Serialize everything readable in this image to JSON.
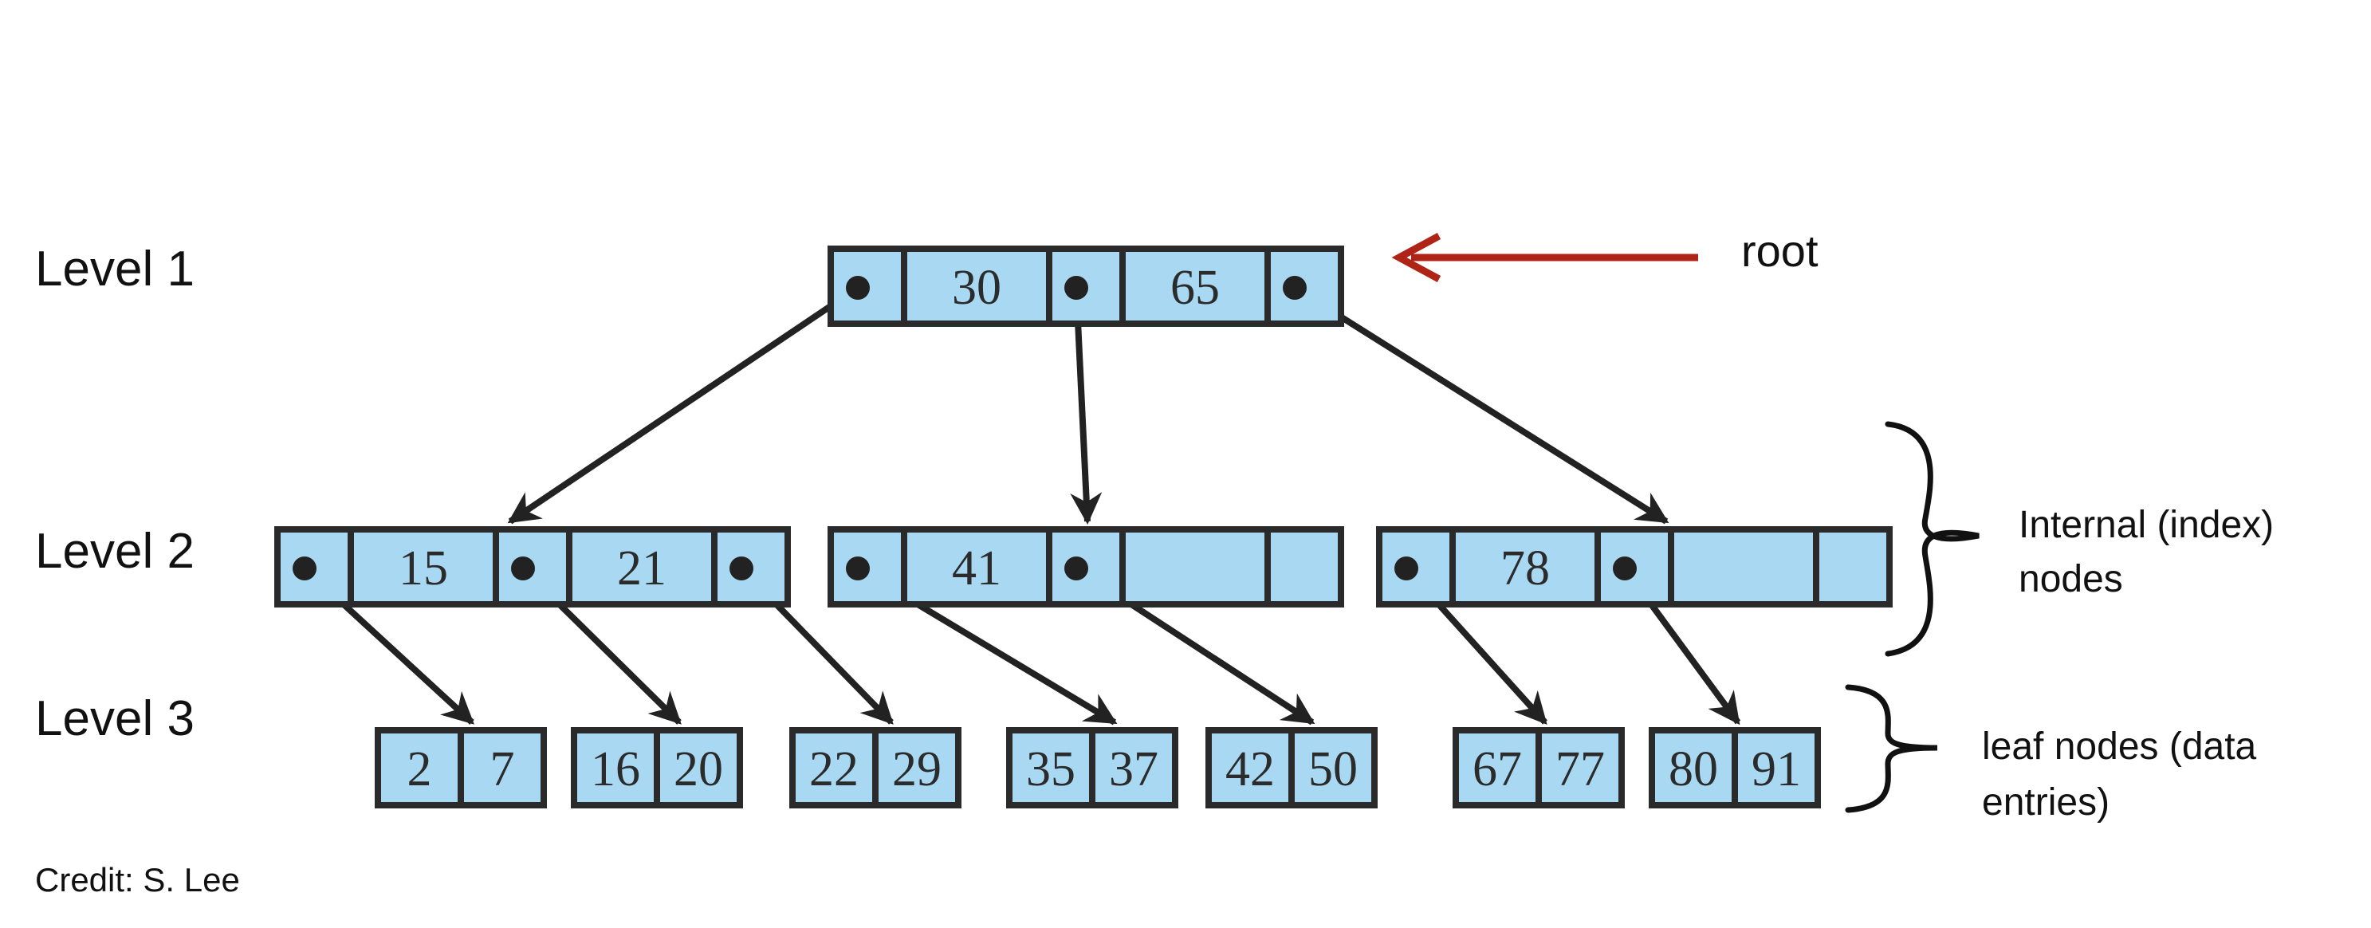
{
  "levels": [
    "Level 1",
    "Level 2",
    "Level 3"
  ],
  "root_label": "root",
  "internal_label": [
    "Internal (index)",
    "nodes"
  ],
  "leaf_label": [
    "leaf nodes  (data",
    "entries)"
  ],
  "credit": "Credit: S. Lee",
  "colors": {
    "cell": "#a8d8f2",
    "border": "#2a2a2a",
    "arrow": "#222222",
    "root_arrow": "#b02418"
  },
  "tree": {
    "root": {
      "keys": [
        "30",
        "65"
      ],
      "pointers": 3
    },
    "internal": [
      {
        "keys": [
          "15",
          "21"
        ],
        "pointers": 3
      },
      {
        "keys": [
          "41"
        ],
        "pointers": 2
      },
      {
        "keys": [
          "78"
        ],
        "pointers": 2
      }
    ],
    "leaves": [
      [
        "2",
        "7"
      ],
      [
        "16",
        "20"
      ],
      [
        "22",
        "29"
      ],
      [
        "35",
        "37"
      ],
      [
        "42",
        "50"
      ],
      [
        "67",
        "77"
      ],
      [
        "80",
        "91"
      ]
    ]
  }
}
